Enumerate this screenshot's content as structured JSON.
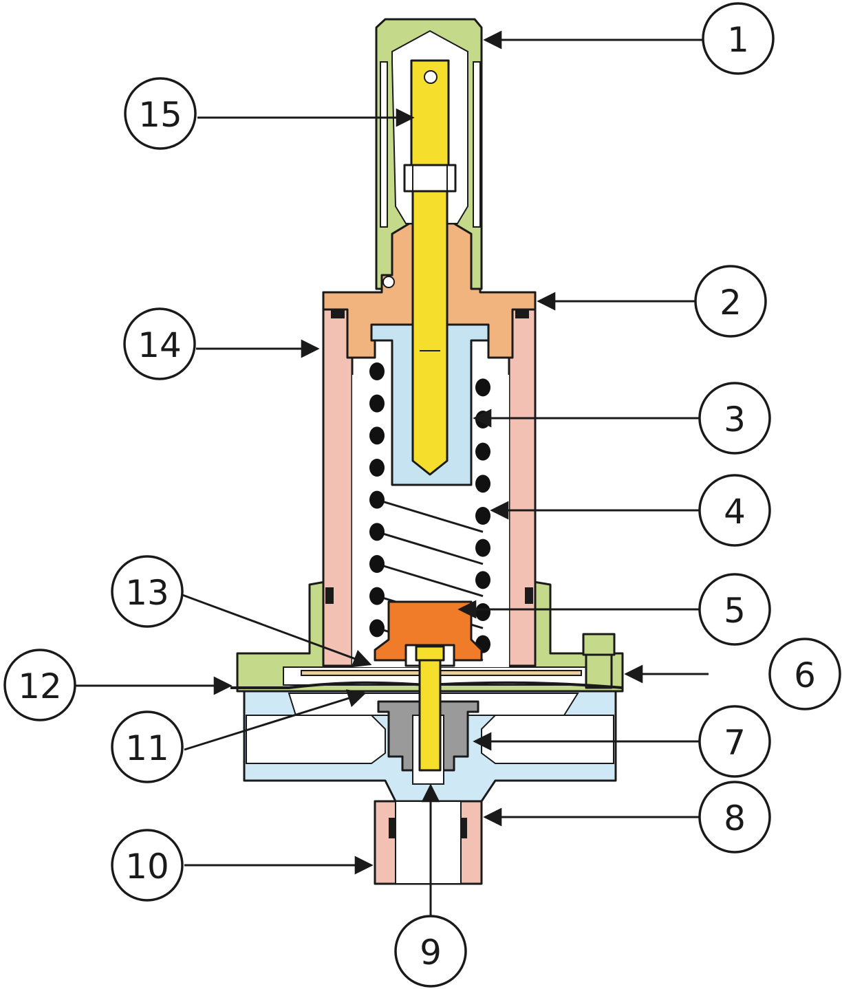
{
  "colors": {
    "cap": "#c5d98a",
    "bonnet": "#f2b47e",
    "screw": "#f5df2c",
    "spring_cup": "#c6e3f2",
    "spring": "#111111",
    "housing": "#f3c1b4",
    "disc": "#f07c2a",
    "body": "#cfe8f5",
    "plug": "#9a9a9a",
    "fitting": "#f3c1b4",
    "diaphragm": "#1a1a1a",
    "plate": "#e9cda2",
    "flange": "#c5d98a"
  },
  "callouts": [
    {
      "id": "c1",
      "label": "1"
    },
    {
      "id": "c2",
      "label": "2"
    },
    {
      "id": "c3",
      "label": "3"
    },
    {
      "id": "c4",
      "label": "4"
    },
    {
      "id": "c5",
      "label": "5"
    },
    {
      "id": "c6",
      "label": "6"
    },
    {
      "id": "c7",
      "label": "7"
    },
    {
      "id": "c8",
      "label": "8"
    },
    {
      "id": "c9",
      "label": "9"
    },
    {
      "id": "c10",
      "label": "10"
    },
    {
      "id": "c11",
      "label": "11"
    },
    {
      "id": "c12",
      "label": "12"
    },
    {
      "id": "c13",
      "label": "13"
    },
    {
      "id": "c14",
      "label": "14"
    },
    {
      "id": "c15",
      "label": "15"
    }
  ]
}
